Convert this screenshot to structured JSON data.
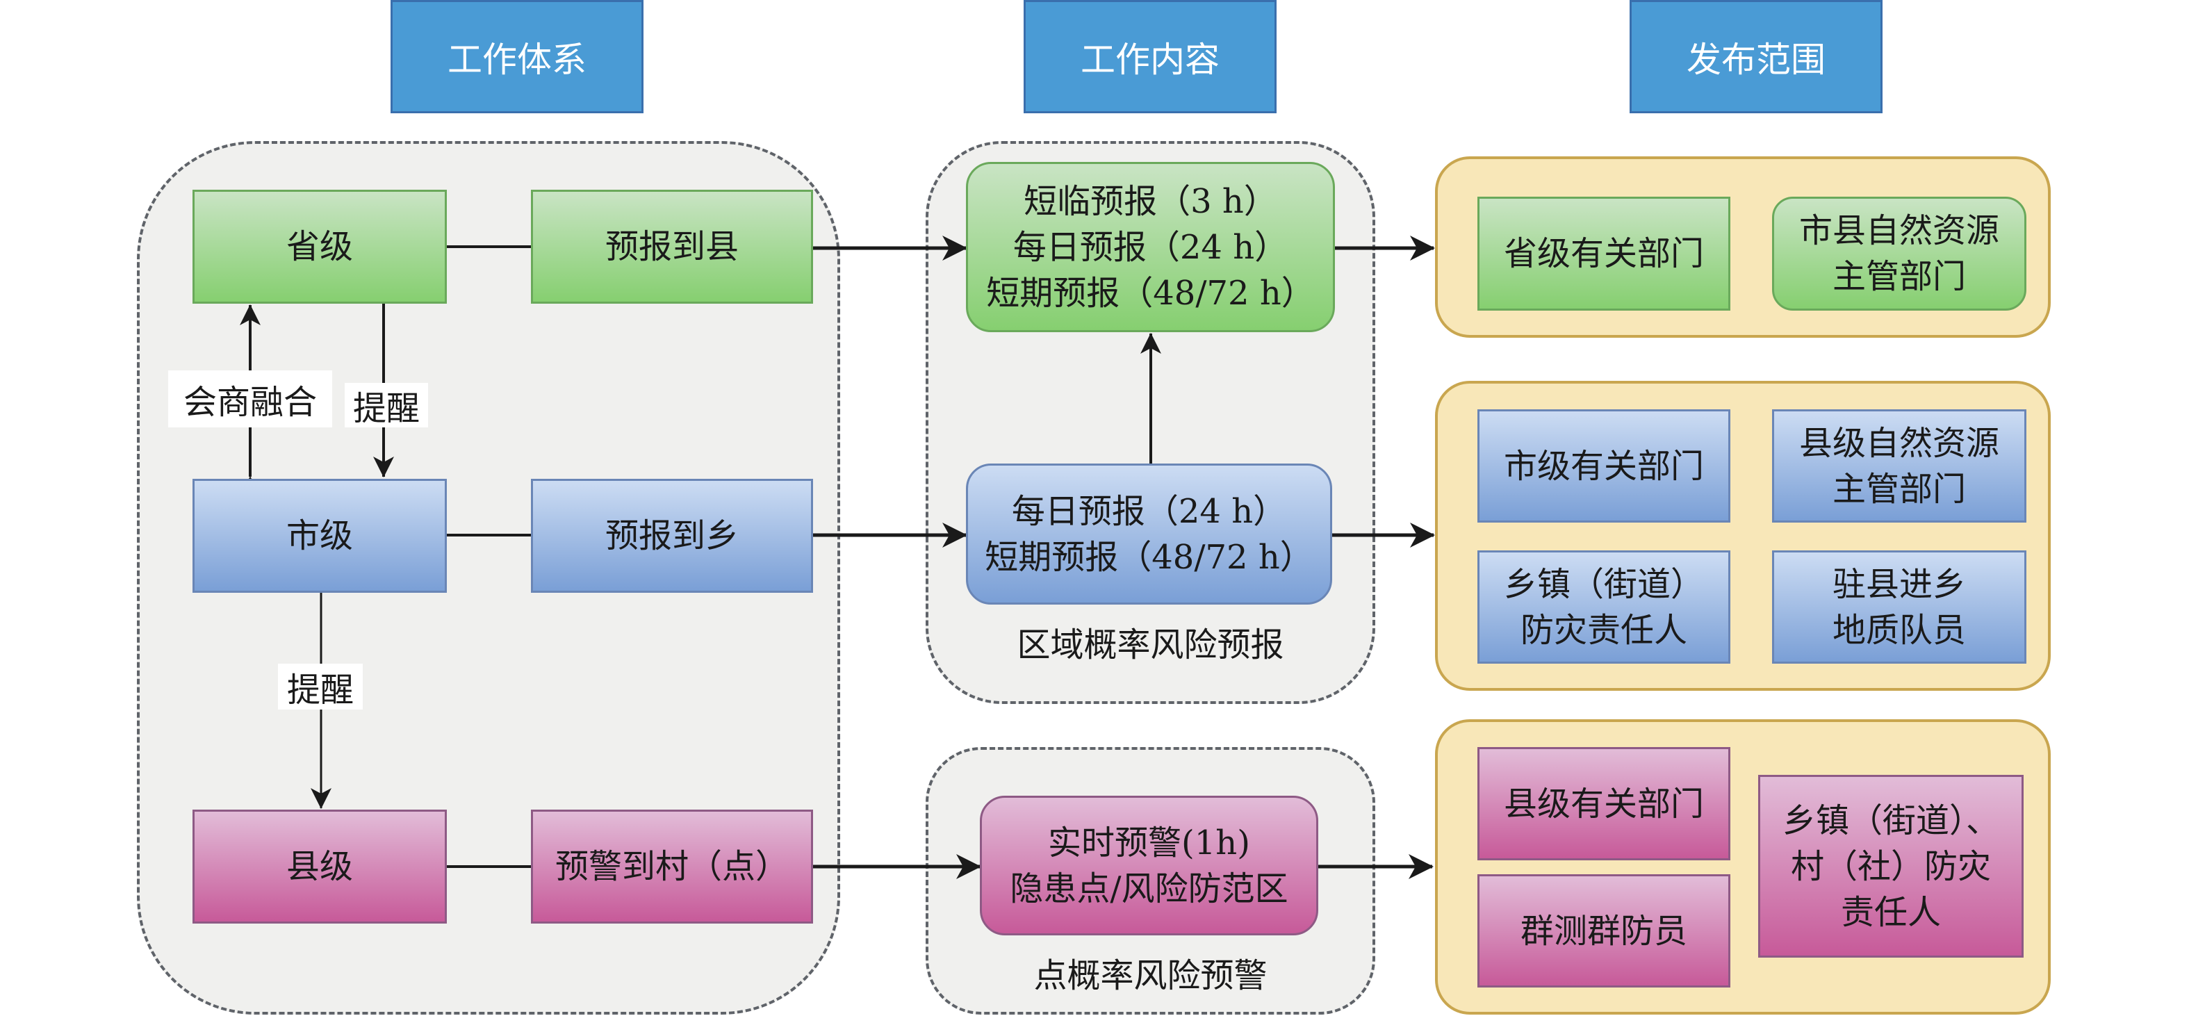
{
  "headers": {
    "system": "工作体系",
    "content": "工作内容",
    "scope": "发布范围"
  },
  "system_levels": [
    {
      "level": "省级",
      "action": "预报到县"
    },
    {
      "level": "市级",
      "action": "预报到乡"
    },
    {
      "level": "县级",
      "action": "预警到村（点）"
    }
  ],
  "edge_labels": {
    "consult": "会商融合",
    "remind_1": "提醒",
    "remind_2": "提醒"
  },
  "content": {
    "provincial_forecast": "短临预报（3 h）\n每日预报（24 h）\n短期预报（48/72 h）",
    "city_forecast": "每日预报（24 h）\n短期预报（48/72 h）",
    "regional_caption": "区域概率风险预报",
    "county_warning": "实时预警(1h)\n隐患点/风险防范区",
    "point_caption": "点概率风险预警"
  },
  "scope": {
    "provincial": [
      "省级有关部门",
      "市县自然资源\n主管部门"
    ],
    "city": [
      "市级有关部门",
      "县级自然资源\n主管部门",
      "乡镇（街道）\n防灾责任人",
      "驻县进乡\n地质队员"
    ],
    "county": [
      "县级有关部门",
      "群测群防员",
      "乡镇（街道）、\n村（社）防灾\n责任人"
    ]
  },
  "colors": {
    "header_fill": "#4a9bd5",
    "provincial_green": "#86cf70",
    "city_blue": "#7a9fd6",
    "county_pink": "#c75a99",
    "scope_fill": "#f8e7b8",
    "group_fill": "#f0f0ee"
  }
}
